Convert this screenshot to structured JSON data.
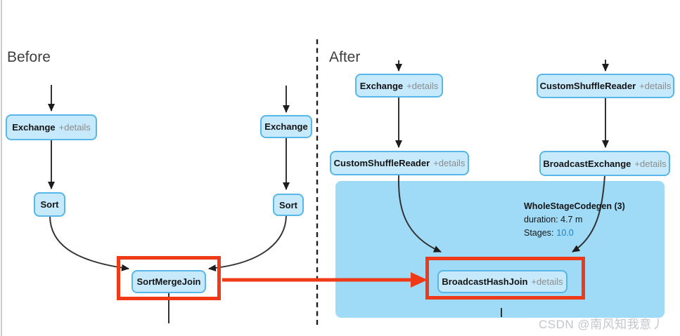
{
  "header": {
    "before_title": "Before",
    "after_title": "After"
  },
  "nodes": {
    "before_exchange_left": {
      "label": "Exchange",
      "details": "+details"
    },
    "before_exchange_right": {
      "label": "Exchange"
    },
    "before_sort_left": {
      "label": "Sort"
    },
    "before_sort_right": {
      "label": "Sort"
    },
    "before_sortmergejoin": {
      "label": "SortMergeJoin"
    },
    "after_exchange": {
      "label": "Exchange",
      "details": "+details"
    },
    "after_customshufflereader_left": {
      "label": "CustomShuffleReader",
      "details": "+details"
    },
    "after_customshufflereader_right": {
      "label": "CustomShuffleReader",
      "details": "+details"
    },
    "after_broadcastexchange": {
      "label": "BroadcastExchange",
      "details": "+details"
    },
    "after_broadcasthashjoin": {
      "label": "BroadcastHashJoin",
      "details": "+details"
    }
  },
  "cluster": {
    "title": "WholeStageCodegen (3)",
    "duration": "duration: 4.7 m",
    "stages_label": "Stages:",
    "stages_value": "10.0"
  },
  "watermark": "CSDN @南风知我意丿",
  "colors": {
    "node_fill": "#C6E9FB",
    "node_border": "#56B7E8",
    "cluster_fill": "#9FDBF7",
    "highlight_red": "#F03A17",
    "stages_value_blue": "#1F7EC2",
    "edge_black": "#333333",
    "details_gray": "#8C8C8C"
  }
}
